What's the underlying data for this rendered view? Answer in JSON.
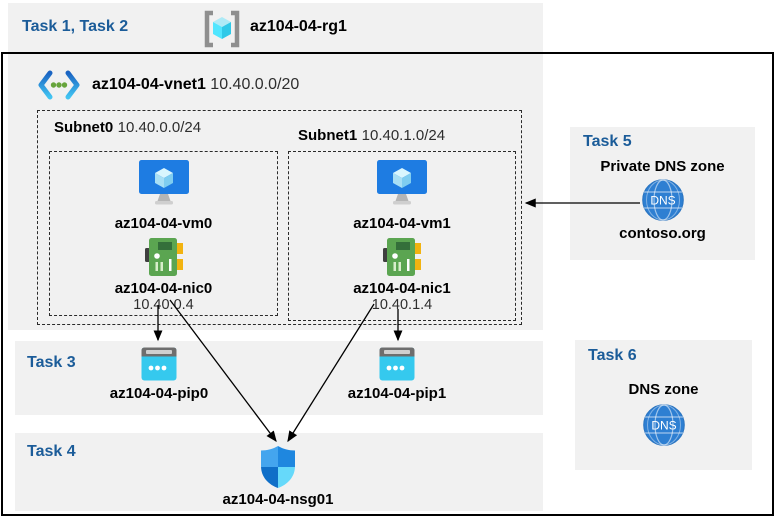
{
  "header": {
    "tasks_label": "Task 1, Task 2",
    "resource_group": "az104-04-rg1"
  },
  "vnet": {
    "name": "az104-04-vnet1",
    "cidr": "10.40.0.0/20",
    "subnets": [
      {
        "name": "Subnet0",
        "cidr": "10.40.0.0/24",
        "vm_name": "az104-04-vm0",
        "nic_name": "az104-04-nic0",
        "nic_ip": "10.40.0.4"
      },
      {
        "name": "Subnet1",
        "cidr": "10.40.1.0/24",
        "vm_name": "az104-04-vm1",
        "nic_name": "az104-04-nic1",
        "nic_ip": "10.40.1.4"
      }
    ]
  },
  "task3": {
    "label": "Task 3",
    "pips": [
      "az104-04-pip0",
      "az104-04-pip1"
    ]
  },
  "task4": {
    "label": "Task 4",
    "nsg_name": "az104-04-nsg01"
  },
  "task5": {
    "label": "Task 5",
    "title": "Private DNS zone",
    "zone_name": "contoso.org",
    "dns_icon_text": "DNS"
  },
  "task6": {
    "label": "Task 6",
    "title": "DNS zone",
    "dns_icon_text": "DNS"
  },
  "colors": {
    "task_heading_blue": "#1b5c99",
    "panel_gray": "#f1f1f1",
    "vm_monitor_blue": "#1e7ce2",
    "nic_green": "#5ba551",
    "pip_cyan": "#35c9ee",
    "nsg_shield_blue": "#2a94e8",
    "dns_globe_blue": "#2e7fd2",
    "rg_cube_cyan": "#50e6ff"
  }
}
